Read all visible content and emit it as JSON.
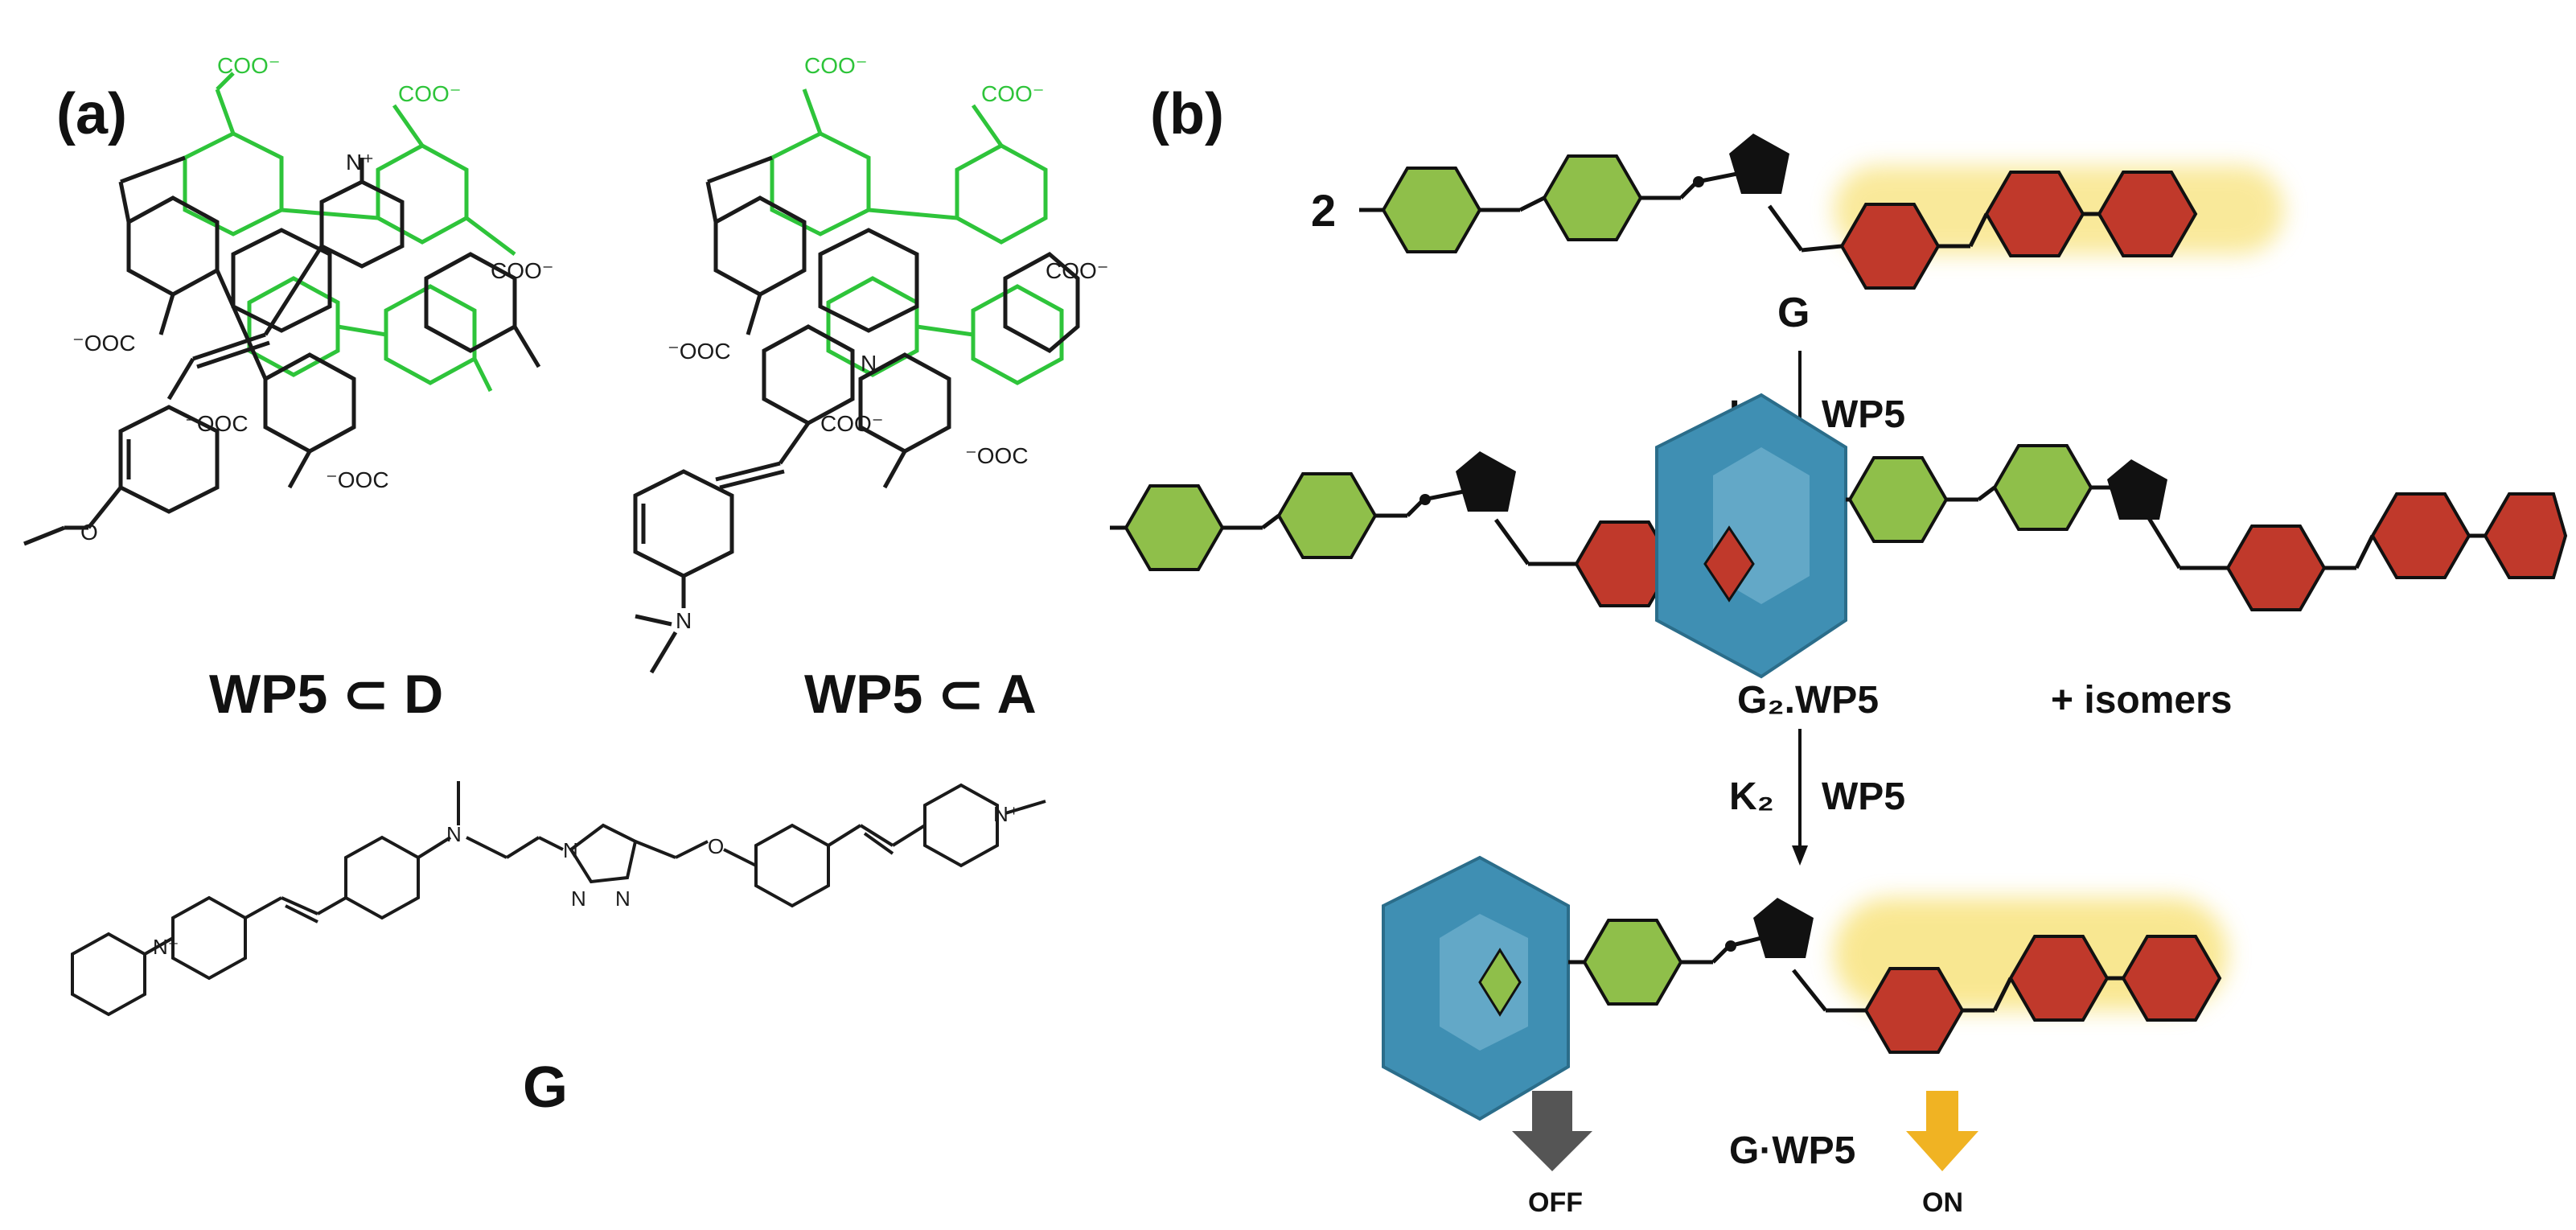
{
  "panel_a": {
    "label": "(a)",
    "complex_left_label": "WP5 ⊂ D",
    "complex_right_label": "WP5 ⊂ A",
    "guest_label": "G",
    "carboxylate": "COO⁻",
    "carboxylate_left": "⁻OOC",
    "n_plus": "N⁺",
    "n_atom": "N",
    "o_atom": "O",
    "triazole_n": "N",
    "colors": {
      "host": "#2ec43a",
      "guest": "#1a1a1a"
    }
  },
  "panel_b": {
    "label": "(b)",
    "coefficient": "2",
    "guest": "G",
    "k1": "K₁",
    "wp5_1": "WP5",
    "complex_g2": "G₂.WP5",
    "isomers": "+ isomers",
    "k2": "K₂",
    "wp5_2": "WP5",
    "complex_g": "G·WP5",
    "off": "OFF",
    "on": "ON",
    "colors": {
      "donor_hex": "#8fbf4a",
      "acceptor_hex": "#c0392b",
      "pentagon": "#111111",
      "macrocycle": "#3f8fb3",
      "glow": "#f5d84a",
      "off_arrow": "#555555",
      "on_arrow": "#f0b323"
    }
  }
}
